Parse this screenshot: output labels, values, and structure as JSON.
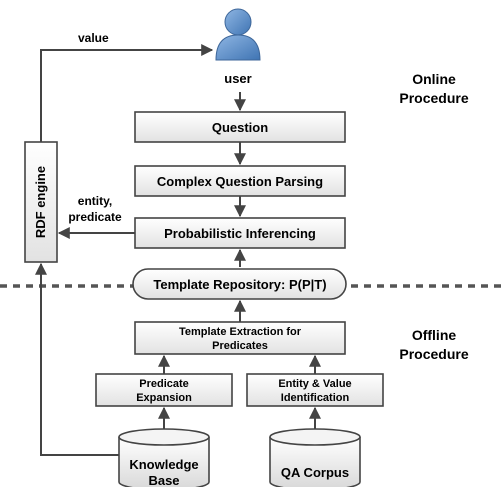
{
  "user": {
    "label": "user",
    "icon": "user-person-icon",
    "color": "#5b8fc9"
  },
  "sections": {
    "online": [
      "Online",
      "Procedure"
    ],
    "offline": [
      "Offline",
      "Procedure"
    ]
  },
  "boxes": {
    "question": "Question",
    "parsing": "Complex Question Parsing",
    "inferencing": "Probabilistic Inferencing",
    "repository": "Template Repository: P(P|T)",
    "extraction": [
      "Template Extraction for",
      "Predicates"
    ],
    "predicate_expansion": [
      "Predicate",
      "Expansion"
    ],
    "entity_value": [
      "Entity & Value",
      "Identification"
    ]
  },
  "databases": {
    "knowledge_base": [
      "Knowledge",
      "Base"
    ],
    "qa_corpus": "QA Corpus"
  },
  "rdf_engine": "RDF engine",
  "edge_labels": {
    "value": "value",
    "entity_predicate": [
      "entity,",
      "predicate"
    ]
  },
  "colors": {
    "box_top": "#ffffff",
    "box_bottom": "#e2e2e2",
    "db_top": "#ffffff",
    "db_bottom": "#d8d8d8",
    "stroke": "#444444"
  }
}
